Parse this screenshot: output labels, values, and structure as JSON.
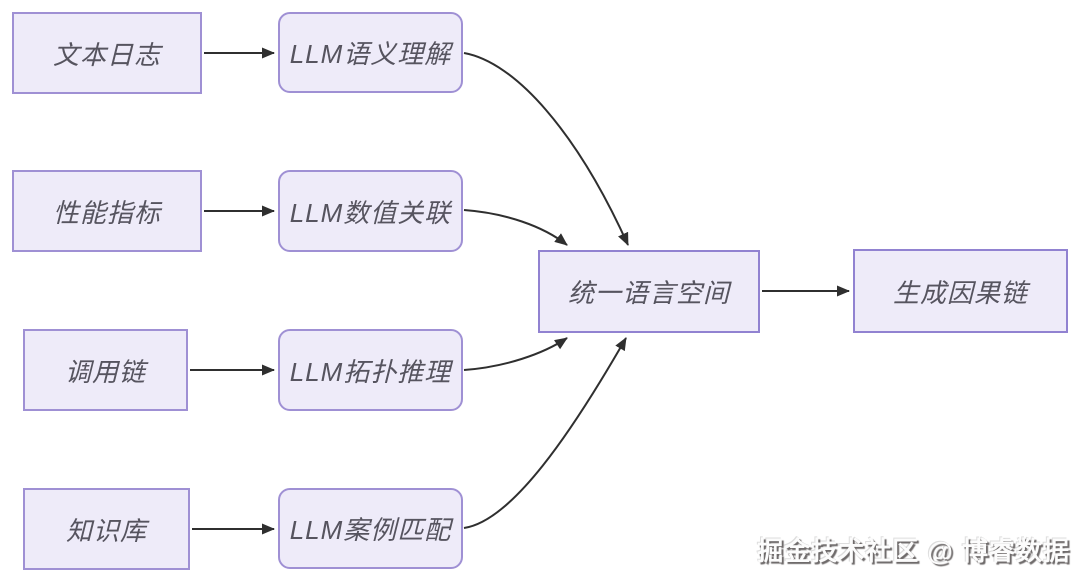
{
  "colors": {
    "canvas-bg": "#ffffff",
    "node-fill": "#eeebf9",
    "node-border": "#9f90d4",
    "hub-border": "#9182d1",
    "node-text": "#56545f",
    "arrow": "#2f2f2f",
    "watermark-text": "#fcfcfc",
    "watermark-shadow": "#6e6a6a"
  },
  "nodes": {
    "text_log": "文本日志",
    "perf_metrics": "性能指标",
    "call_chain": "调用链",
    "knowledge_base": "知识库",
    "llm_semantic": "LLM语义理解",
    "llm_numeric": "LLM数值关联",
    "llm_topology": "LLM拓扑推理",
    "llm_case": "LLM案例匹配",
    "unified_space": "统一语言空间",
    "causal_chain": "生成因果链"
  },
  "edges": [
    {
      "from": "文本日志",
      "to": "LLM语义理解"
    },
    {
      "from": "性能指标",
      "to": "LLM数值关联"
    },
    {
      "from": "调用链",
      "to": "LLM拓扑推理"
    },
    {
      "from": "知识库",
      "to": "LLM案例匹配"
    },
    {
      "from": "LLM语义理解",
      "to": "统一语言空间"
    },
    {
      "from": "LLM数值关联",
      "to": "统一语言空间"
    },
    {
      "from": "LLM拓扑推理",
      "to": "统一语言空间"
    },
    {
      "from": "LLM案例匹配",
      "to": "统一语言空间"
    },
    {
      "from": "统一语言空间",
      "to": "生成因果链"
    }
  ],
  "watermark": "掘金技术社区 @ 博睿数据"
}
